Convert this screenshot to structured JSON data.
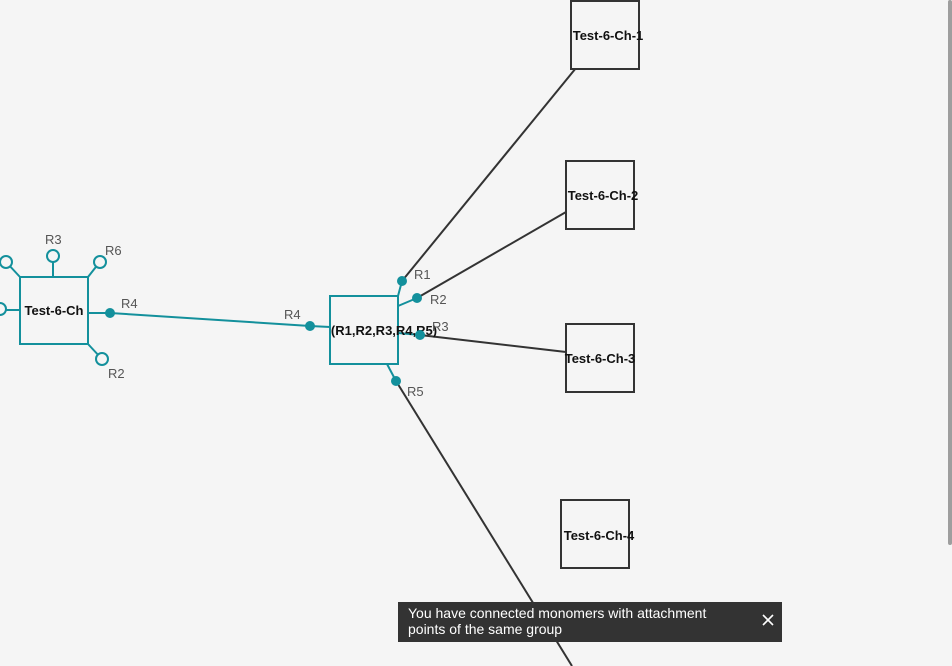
{
  "colors": {
    "selected": "#13909c",
    "bond": "#333333",
    "canvas_bg": "#f5f5f5",
    "toast_bg": "#333333"
  },
  "monomers": {
    "left": "Test-6-Ch",
    "center": "(R1,R2,R3,R4,R5)",
    "ch1": "Test-6-Ch-1",
    "ch2": "Test-6-Ch-2",
    "ch3": "Test-6-Ch-3",
    "ch4": "Test-6-Ch-4"
  },
  "attachment_points": {
    "left": {
      "r3": "R3",
      "r6": "R6",
      "r4": "R4",
      "r2": "R2"
    },
    "center": {
      "r1": "R1",
      "r2": "R2",
      "r3": "R3",
      "r4": "R4",
      "r5": "R5"
    }
  },
  "toast": {
    "message": "You have connected monomers with attachment points of the same group",
    "close_icon": "close-icon"
  }
}
